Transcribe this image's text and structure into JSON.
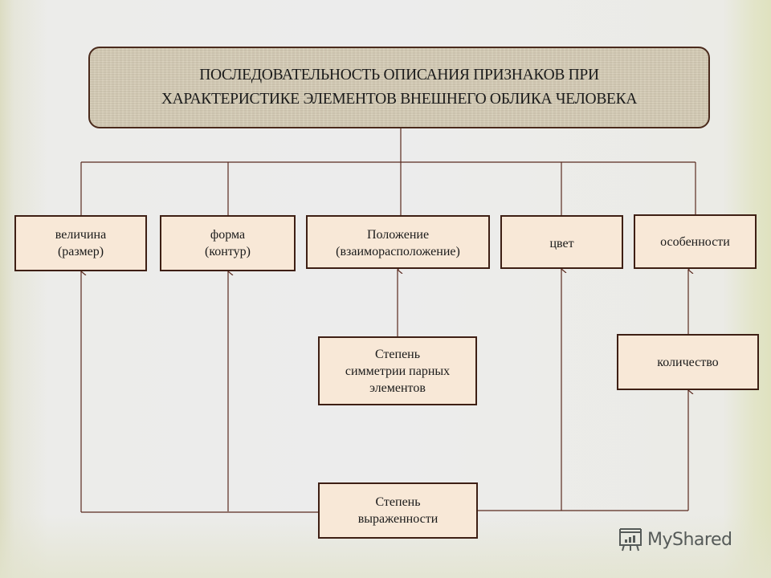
{
  "diagram": {
    "title": {
      "lines": [
        "ПОСЛЕДОВАТЕЛЬНОСТЬ ОПИСАНИЯ ПРИЗНАКОВ ПРИ",
        "ХАРАКТЕРИСТИКЕ ЭЛЕМЕНТОВ ВНЕШНЕГО ОБЛИКА ЧЕЛОВЕКА"
      ]
    },
    "features": [
      {
        "id": "size",
        "lines": [
          "величина",
          "(размер)"
        ]
      },
      {
        "id": "shape",
        "lines": [
          "форма",
          "(контур)"
        ]
      },
      {
        "id": "position",
        "lines": [
          "Положение",
          "(взаиморасположение)"
        ]
      },
      {
        "id": "color",
        "lines": [
          "цвет"
        ]
      },
      {
        "id": "peculiarities",
        "lines": [
          "особенности"
        ]
      }
    ],
    "modifiers": [
      {
        "id": "symmetry",
        "lines": [
          "Степень",
          "симметрии парных",
          "элементов"
        ],
        "points_to": "position"
      },
      {
        "id": "quantity",
        "lines": [
          "количество"
        ],
        "points_to": "peculiarities"
      },
      {
        "id": "expression",
        "lines": [
          "Степень",
          "выраженности"
        ],
        "points_to": [
          "size",
          "shape",
          "color",
          "quantity"
        ]
      }
    ],
    "colors": {
      "line": "#5a2a1f",
      "box_fill": "#f8e8d7",
      "box_border": "#3e1f14",
      "title_fill": "#d4cbb5"
    }
  },
  "watermark": {
    "icon": "presentation-board-icon",
    "text": "MyShared"
  }
}
